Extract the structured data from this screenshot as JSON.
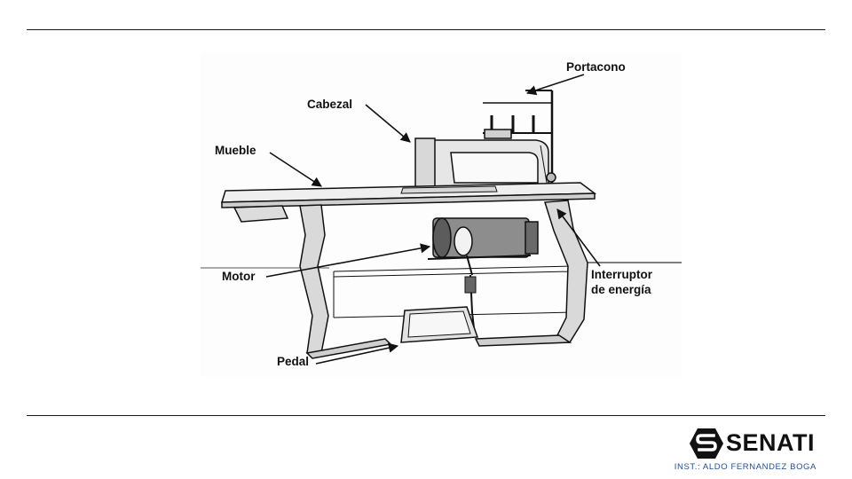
{
  "diagram": {
    "labels": {
      "portacono": "Portacono",
      "cabezal": "Cabezal",
      "mueble": "Mueble",
      "motor": "Motor",
      "interruptor_line1": "Interruptor",
      "interruptor_line2": "de energía",
      "pedal": "Pedal"
    }
  },
  "footer": {
    "brand": "SENATI",
    "credit": "INST.: ALDO FERNANDEZ BOGA",
    "colors": {
      "credit": "#1f4e9b",
      "brand": "#111111"
    }
  }
}
